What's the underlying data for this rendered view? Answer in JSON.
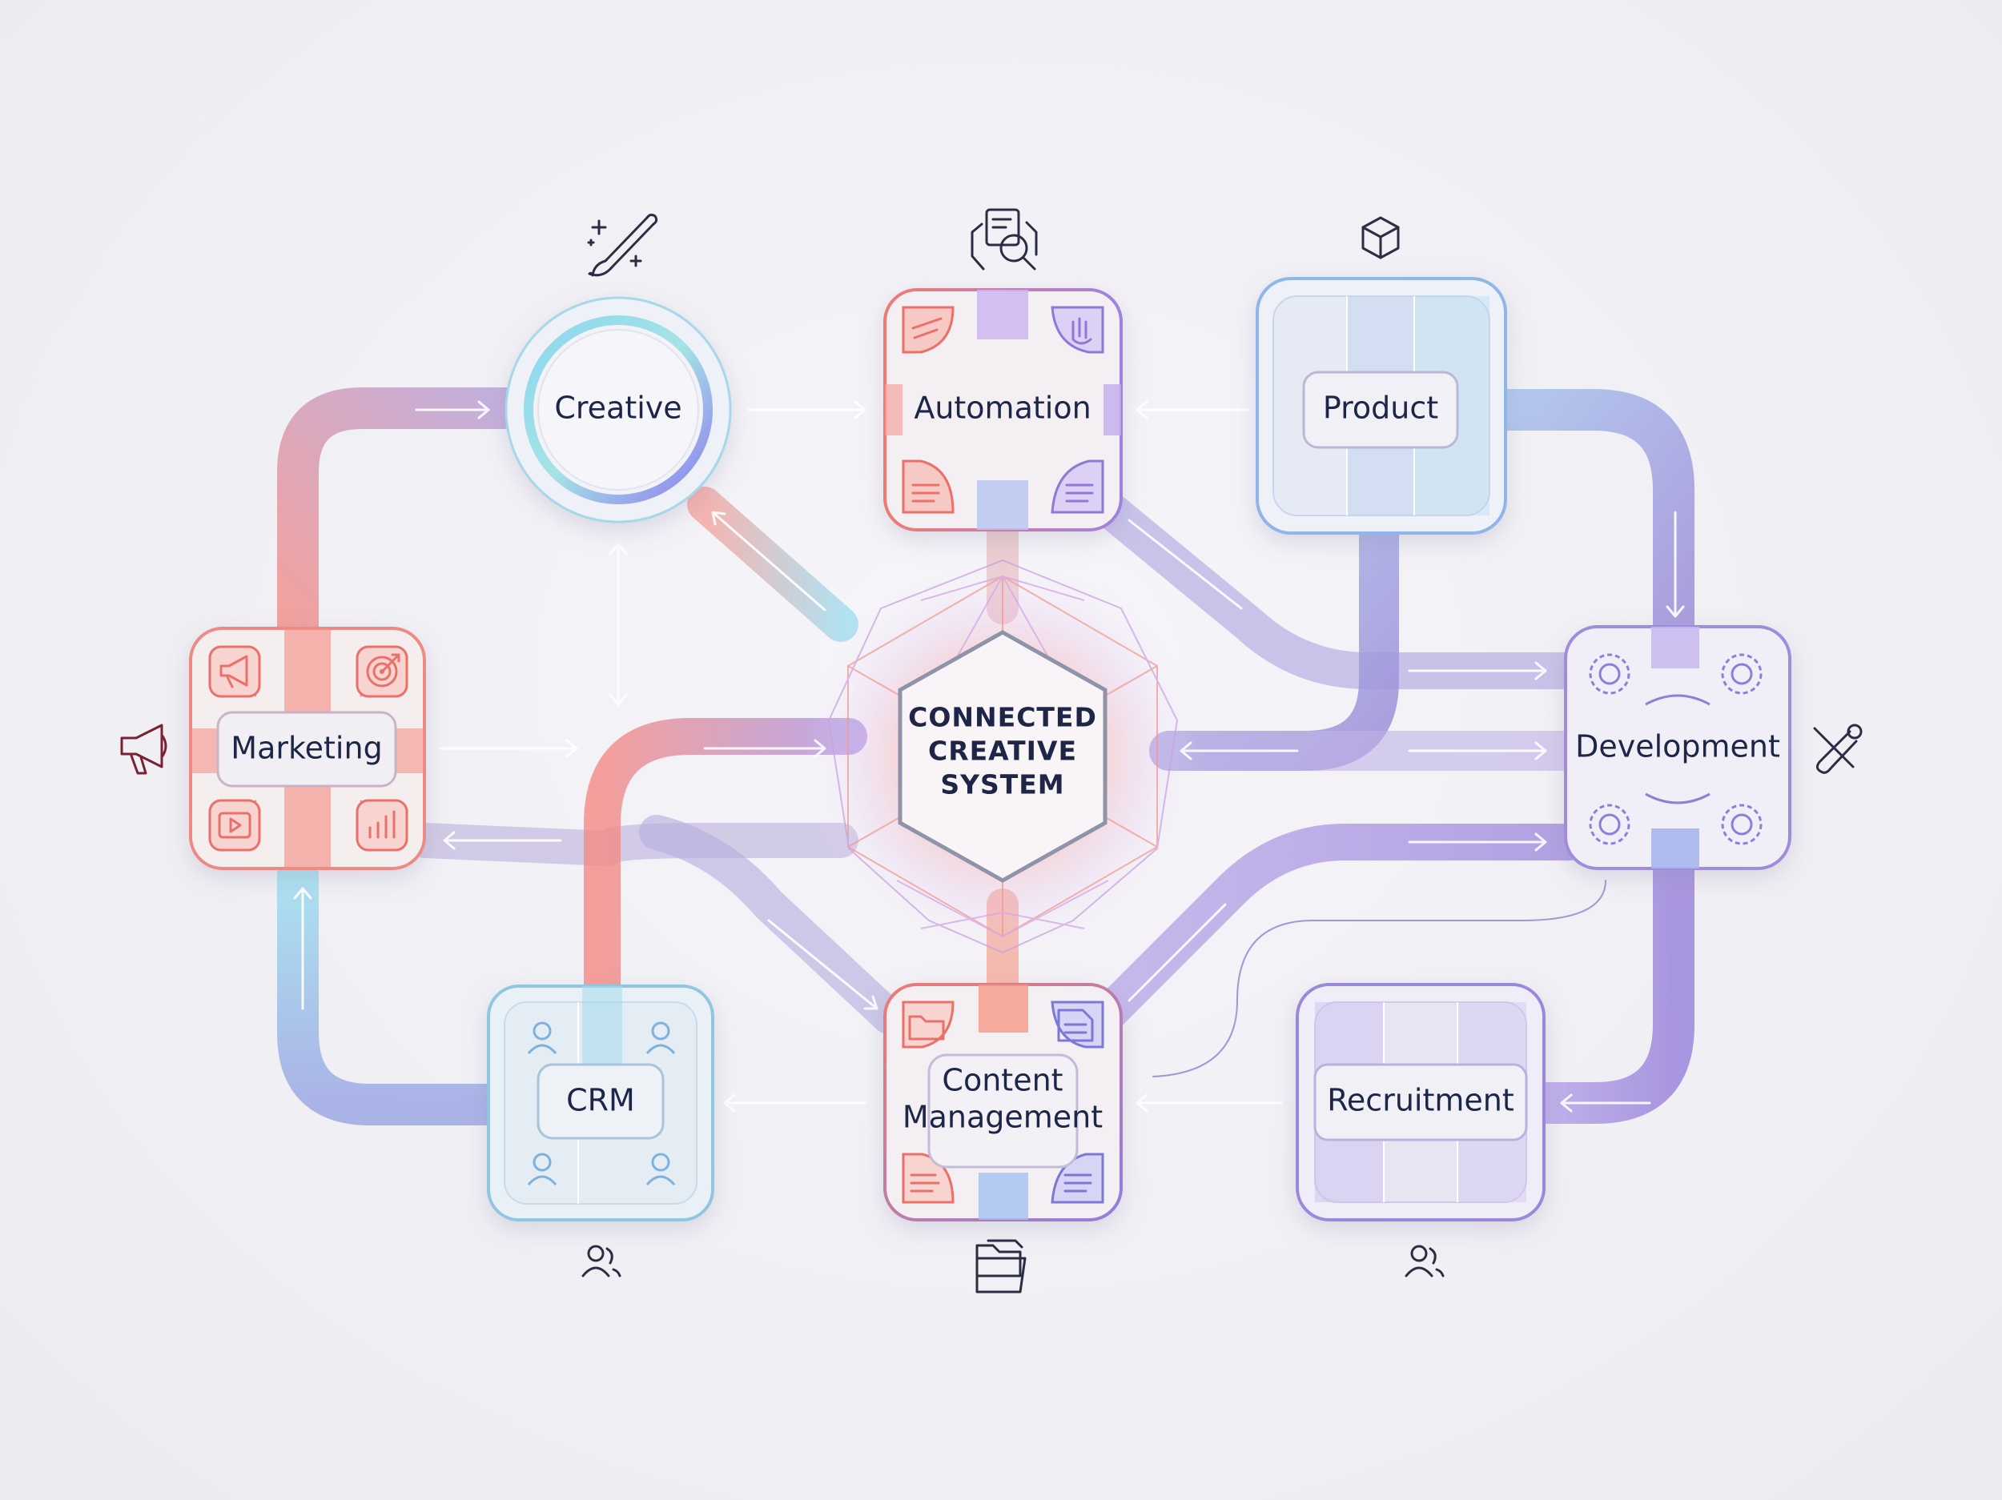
{
  "hub": {
    "lines": [
      "CONNECTED",
      "CREATIVE",
      "SYSTEM"
    ]
  },
  "nodes": {
    "creative": {
      "label": "Creative",
      "icon": "paintbrush-sparkle-icon"
    },
    "automation": {
      "label": "Automation",
      "icon": "robot-hands-search-icon"
    },
    "product": {
      "label": "Product",
      "icon": "box-icon"
    },
    "marketing": {
      "label": "Marketing",
      "icon": "megaphone-icon"
    },
    "development": {
      "label": "Development",
      "icon": "wrench-screwdriver-icon"
    },
    "crm": {
      "label": "CRM",
      "icon": "users-icon"
    },
    "content": {
      "label_lines": [
        "Content",
        "Management"
      ],
      "icon": "folders-icon"
    },
    "recruitment": {
      "label": "Recruitment",
      "icon": "users-icon"
    }
  },
  "colors": {
    "coral": "#f07a72",
    "cyan": "#7fd3e8",
    "purple": "#a58de0",
    "blue": "#8fb6ea",
    "text": "#1f2547",
    "background": "#f2f1f5"
  }
}
